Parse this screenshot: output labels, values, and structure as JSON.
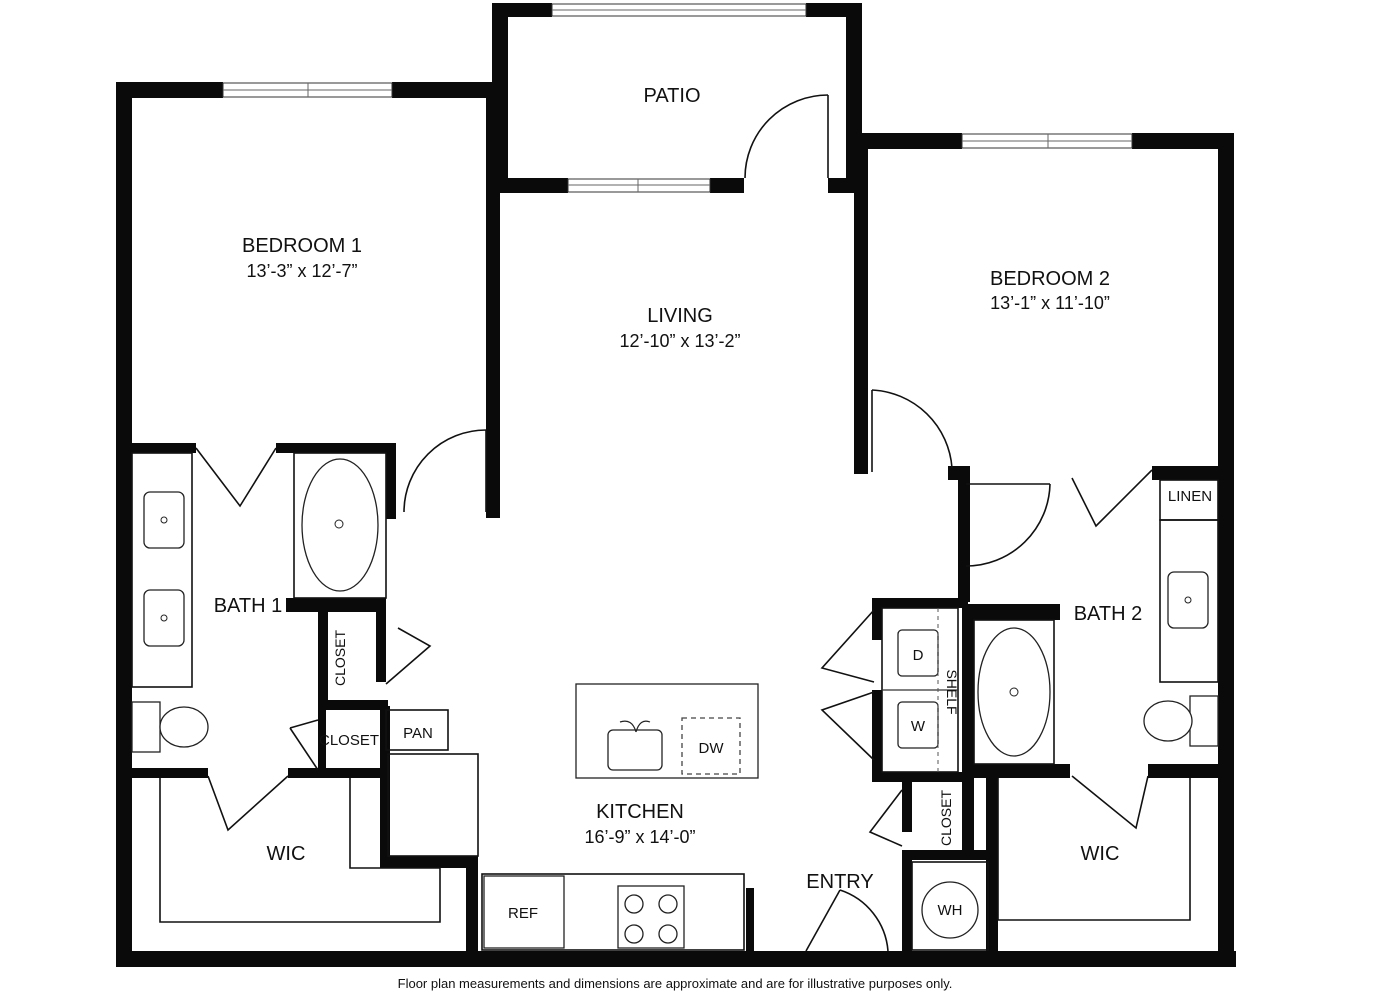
{
  "rooms": {
    "patio": "PATIO",
    "bedroom1": {
      "name": "BEDROOM 1",
      "dim": "13’-3” x 12’-7”"
    },
    "living": {
      "name": "LIVING",
      "dim": "12’-10” x 13’-2”"
    },
    "bedroom2": {
      "name": "BEDROOM 2",
      "dim": "13’-1” x 11’-10”"
    },
    "bath1": "BATH 1",
    "bath2": "BATH 2",
    "kitchen": {
      "name": "KITCHEN",
      "dim": "16’-9” x 14’-0”"
    },
    "entry": "ENTRY",
    "wic_left": "WIC",
    "wic_right": "WIC"
  },
  "fixtures": {
    "closet_a": "CLOSET",
    "closet_b": "CLOSET",
    "closet_c": "CLOSET",
    "pan": "PAN",
    "linen": "LINEN",
    "shelf": "SHELF",
    "dryer": "D",
    "washer": "W",
    "dishwasher": "DW",
    "refrigerator": "REF",
    "water_heater": "WH"
  },
  "footer": "Floor plan measurements and dimensions are approximate and are for illustrative purposes only."
}
